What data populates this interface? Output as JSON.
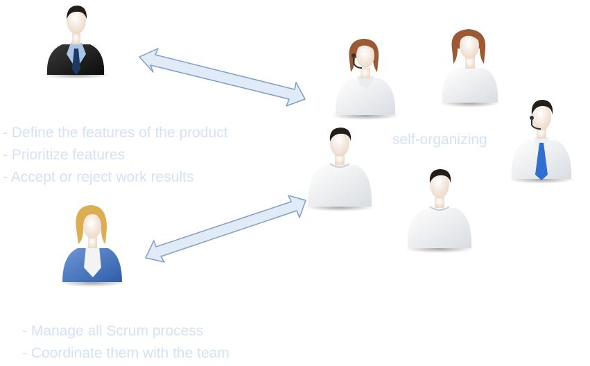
{
  "product_owner": {
    "responsibilities": [
      "- Define the features of the product",
      "- Prioritize features",
      "- Accept or reject work results"
    ]
  },
  "scrum_master": {
    "responsibilities": [
      "- Manage all Scrum process",
      "- Coordinate them with the team"
    ]
  },
  "team": {
    "label": "self-organizing"
  },
  "colors": {
    "text": "#d3e2f5",
    "arrow_fill": "#e1ebf8",
    "arrow_stroke": "#7f9ec6",
    "suit_dark": "#1b1b1b",
    "blazer_blue": "#4a78c2",
    "shirt_white": "#f1f3f5",
    "skin": "#f5ede4",
    "hair_dark": "#241e1b",
    "hair_auburn": "#9b5a33",
    "hair_blonde": "#dcae54",
    "tie_blue": "#2f6fcf"
  },
  "icons": [
    "product-owner-figure",
    "scrum-master-figure",
    "team-member-figure",
    "double-arrow-icon",
    "headset-icon"
  ]
}
